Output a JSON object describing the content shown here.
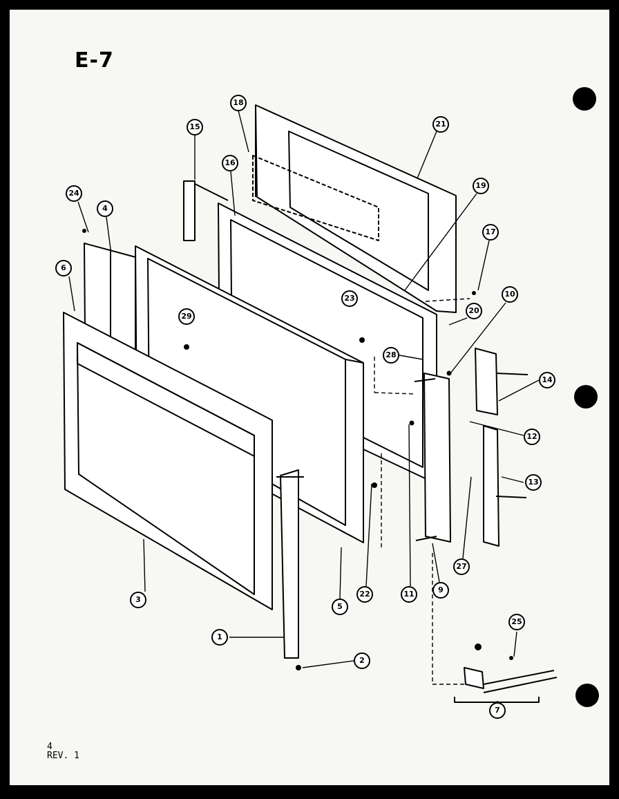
{
  "page_title": "E-7",
  "revision": {
    "page_number": "4",
    "label": "REV. 1"
  },
  "callouts": [
    {
      "id": "c18a",
      "label": "18"
    },
    {
      "id": "c21",
      "label": "21"
    },
    {
      "id": "c15",
      "label": "15"
    },
    {
      "id": "c16",
      "label": "16"
    },
    {
      "id": "c19",
      "label": "19"
    },
    {
      "id": "c24",
      "label": "24"
    },
    {
      "id": "c4",
      "label": "4"
    },
    {
      "id": "c17",
      "label": "17"
    },
    {
      "id": "c6",
      "label": "6"
    },
    {
      "id": "c23",
      "label": "23"
    },
    {
      "id": "c20",
      "label": "20"
    },
    {
      "id": "c10",
      "label": "10"
    },
    {
      "id": "c29",
      "label": "29"
    },
    {
      "id": "c28",
      "label": "28"
    },
    {
      "id": "c14",
      "label": "14"
    },
    {
      "id": "c12",
      "label": "12"
    },
    {
      "id": "c13",
      "label": "13"
    },
    {
      "id": "c27",
      "label": "27"
    },
    {
      "id": "c3",
      "label": "3"
    },
    {
      "id": "c22",
      "label": "22"
    },
    {
      "id": "c11",
      "label": "11"
    },
    {
      "id": "c9",
      "label": "9"
    },
    {
      "id": "c5",
      "label": "5"
    },
    {
      "id": "c1",
      "label": "1"
    },
    {
      "id": "c2",
      "label": "2"
    },
    {
      "id": "c25",
      "label": "25"
    },
    {
      "id": "c7",
      "label": "7"
    }
  ]
}
